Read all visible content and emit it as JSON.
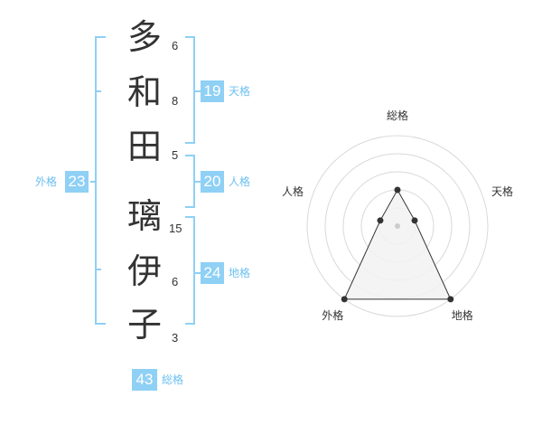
{
  "name": {
    "characters": [
      {
        "char": "多",
        "strokes": "6"
      },
      {
        "char": "和",
        "strokes": "8"
      },
      {
        "char": "田",
        "strokes": "5"
      },
      {
        "char": "璃",
        "strokes": "15"
      },
      {
        "char": "伊",
        "strokes": "6"
      },
      {
        "char": "子",
        "strokes": "3"
      }
    ]
  },
  "kaku": {
    "tenkaku": {
      "value": "19",
      "label": "天格"
    },
    "jinkaku": {
      "value": "20",
      "label": "人格"
    },
    "chikaku": {
      "value": "24",
      "label": "地格"
    },
    "gaikaku": {
      "value": "23",
      "label": "外格"
    },
    "soukaku": {
      "value": "43",
      "label": "総格"
    }
  },
  "chart_data": {
    "type": "radar",
    "axes": [
      "総格",
      "天格",
      "地格",
      "外格",
      "人格"
    ],
    "max": 5,
    "values": [
      2,
      1,
      5,
      5,
      1
    ]
  },
  "colors": {
    "accent": "#8fd0f5",
    "accent_text": "#6cc1f0",
    "bracket": "#8fd0f5",
    "ring": "#d9d9d9",
    "radar_fill": "#f2f2f2",
    "radar_line": "#333333"
  }
}
